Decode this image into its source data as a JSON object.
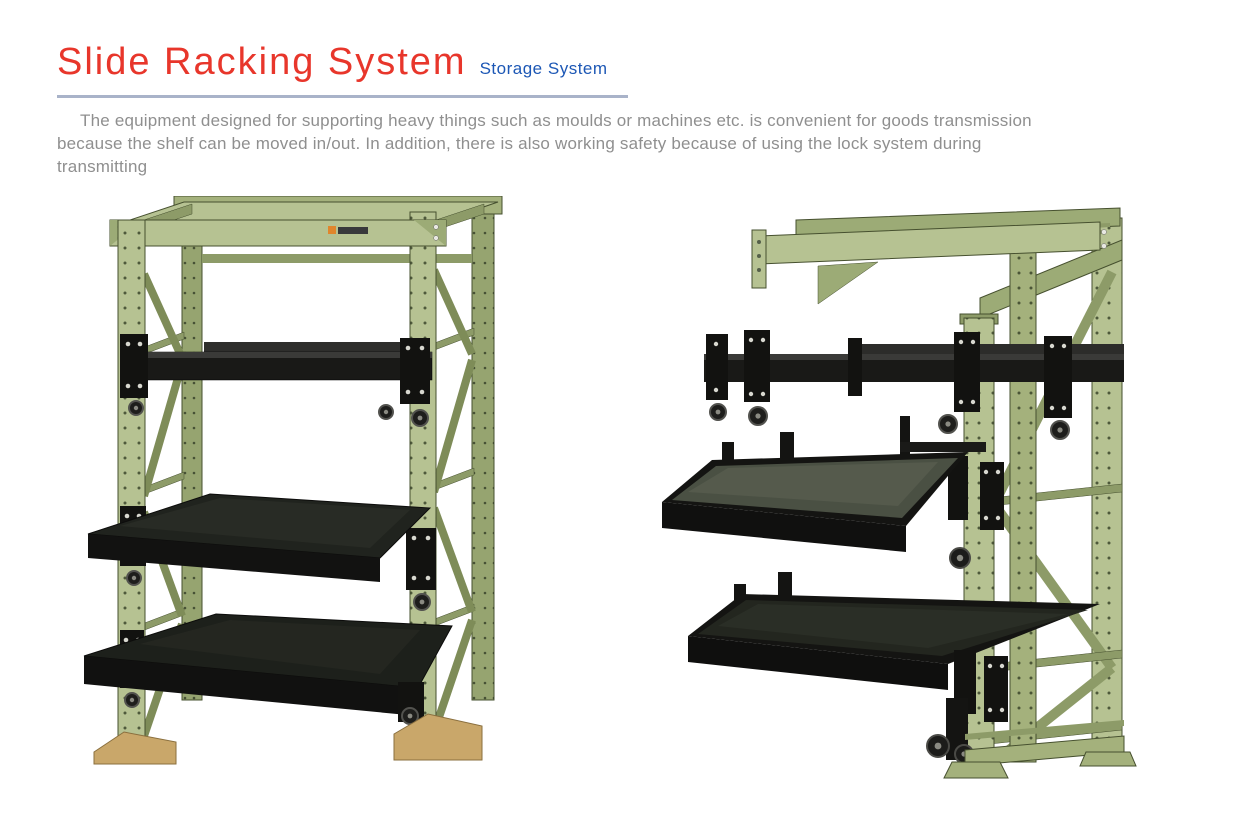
{
  "header": {
    "title": "Slide Racking System",
    "subtitle": "Storage System"
  },
  "content": {
    "description_lines": [
      "The equipment designed for supporting heavy things such as moulds or machines etc. is convenient for goods transmission",
      "because the shelf can be moved in/out. In addition, there is also working safety because of using the lock system during",
      "transmitting"
    ]
  },
  "images": [
    {
      "name": "rack-front-view-photo"
    },
    {
      "name": "rack-extended-view-photo"
    }
  ],
  "colors": {
    "title_red": "#e8362b",
    "subtitle_blue": "#1c57b5",
    "divider_gray_blue": "#a9b3c9",
    "body_text_gray": "#8f8f8f",
    "rack_green_light": "#b6c292",
    "rack_green_mid": "#96a470",
    "rack_green_dark": "#6d7b4e",
    "rack_outline": "#46502f",
    "shelf_black": "#191917",
    "shelf_surface_green_gray": "#4a5043",
    "foot_tan": "#c9a76a",
    "label_orange": "#e0862c"
  }
}
